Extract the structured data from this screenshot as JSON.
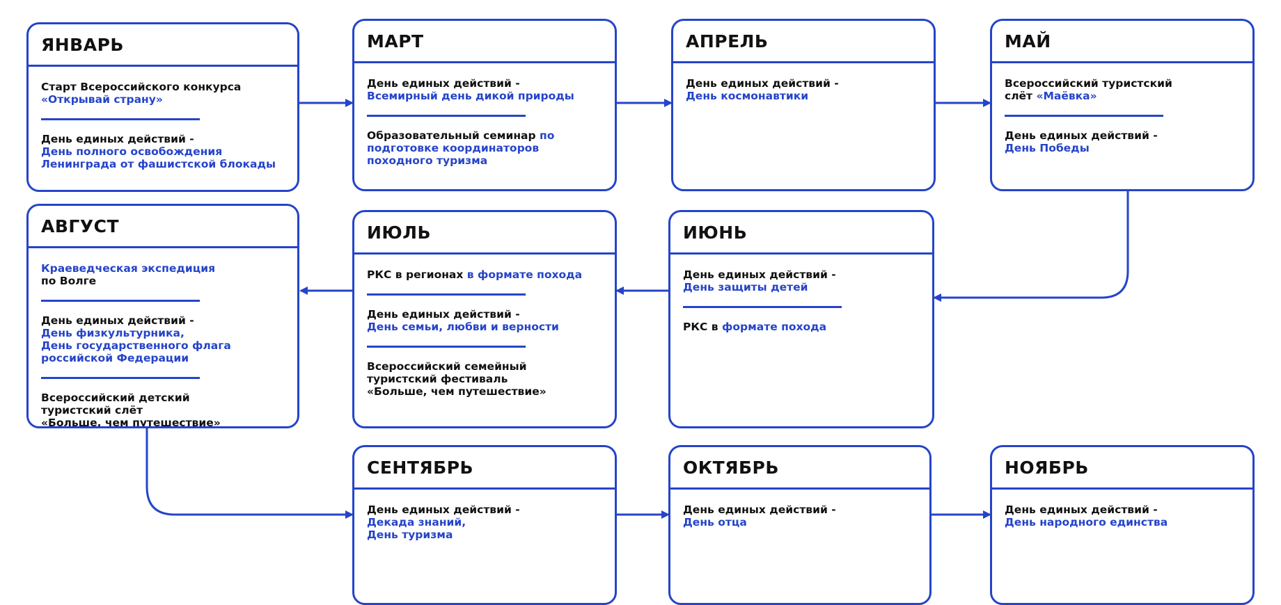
{
  "colors": {
    "accent": "#2544c9",
    "text": "#111111"
  },
  "months": [
    {
      "id": "january",
      "title": "ЯНВАРЬ",
      "entries": [
        [
          {
            "text": "Старт Всероссийского конкурса"
          },
          {
            "br": true
          },
          {
            "text": "«Открывай страну»",
            "accent": true
          }
        ],
        [
          {
            "text": "День единых действий -"
          },
          {
            "br": true
          },
          {
            "text": "День полного освобождения",
            "accent": true
          },
          {
            "br": true
          },
          {
            "text": "Ленинграда от фашистской блокады",
            "accent": true
          }
        ]
      ]
    },
    {
      "id": "march",
      "title": "МАРТ",
      "entries": [
        [
          {
            "text": "День единых действий -"
          },
          {
            "br": true
          },
          {
            "text": "Всемирный день дикой природы",
            "accent": true
          }
        ],
        [
          {
            "text": "Образовательный семинар "
          },
          {
            "text": "по",
            "accent": true
          },
          {
            "br": true
          },
          {
            "text": "подготовке координаторов",
            "accent": true
          },
          {
            "br": true
          },
          {
            "text": "походного туризма",
            "accent": true
          }
        ]
      ]
    },
    {
      "id": "april",
      "title": "АПРЕЛЬ",
      "entries": [
        [
          {
            "text": "День единых действий -"
          },
          {
            "br": true
          },
          {
            "text": "День космонавтики",
            "accent": true
          }
        ]
      ]
    },
    {
      "id": "may",
      "title": "МАЙ",
      "entries": [
        [
          {
            "text": "Всероссийский туристский"
          },
          {
            "br": true
          },
          {
            "text": "слёт "
          },
          {
            "text": "«Маёвка»",
            "accent": true
          }
        ],
        [
          {
            "text": "День единых действий -"
          },
          {
            "br": true
          },
          {
            "text": "День Победы",
            "accent": true
          }
        ]
      ]
    },
    {
      "id": "june",
      "title": "ИЮНЬ",
      "entries": [
        [
          {
            "text": "День единых действий -"
          },
          {
            "br": true
          },
          {
            "text": "День защиты детей",
            "accent": true
          }
        ],
        [
          {
            "text": "РКС в "
          },
          {
            "text": "формате похода",
            "accent": true
          }
        ]
      ]
    },
    {
      "id": "july",
      "title": "ИЮЛЬ",
      "entries": [
        [
          {
            "text": "РКС в регионах "
          },
          {
            "text": "в формате похода",
            "accent": true
          }
        ],
        [
          {
            "text": "День единых действий -"
          },
          {
            "br": true
          },
          {
            "text": "День семьи, любви и верности",
            "accent": true
          }
        ],
        [
          {
            "text": "Всероссийский семейный"
          },
          {
            "br": true
          },
          {
            "text": "туристский фестиваль"
          },
          {
            "br": true
          },
          {
            "text": "«Больше, чем путешествие»"
          }
        ]
      ]
    },
    {
      "id": "august",
      "title": "АВГУСТ",
      "entries": [
        [
          {
            "text": "Краеведческая экспедиция",
            "accent": true
          },
          {
            "br": true
          },
          {
            "text": "по Волге"
          }
        ],
        [
          {
            "text": "День единых действий -"
          },
          {
            "br": true
          },
          {
            "text": "День физкультурника,",
            "accent": true
          },
          {
            "br": true
          },
          {
            "text": "День государственного флага",
            "accent": true
          },
          {
            "br": true
          },
          {
            "text": "российской Федерации",
            "accent": true
          }
        ],
        [
          {
            "text": "Всероссийский детский"
          },
          {
            "br": true
          },
          {
            "text": "туристский слёт"
          },
          {
            "br": true
          },
          {
            "text": "«Больше, чем путешествие»"
          }
        ]
      ]
    },
    {
      "id": "september",
      "title": "СЕНТЯБРЬ",
      "entries": [
        [
          {
            "text": "День единых действий -"
          },
          {
            "br": true
          },
          {
            "text": "Декада знаний,",
            "accent": true
          },
          {
            "br": true
          },
          {
            "text": "День туризма",
            "accent": true
          }
        ]
      ]
    },
    {
      "id": "october",
      "title": "ОКТЯБРЬ",
      "entries": [
        [
          {
            "text": "День единых действий -"
          },
          {
            "br": true
          },
          {
            "text": "День отца",
            "accent": true
          }
        ]
      ]
    },
    {
      "id": "november",
      "title": "НОЯБРЬ",
      "entries": [
        [
          {
            "text": "День единых действий -"
          },
          {
            "br": true
          },
          {
            "text": "День народного единства",
            "accent": true
          }
        ]
      ]
    }
  ]
}
